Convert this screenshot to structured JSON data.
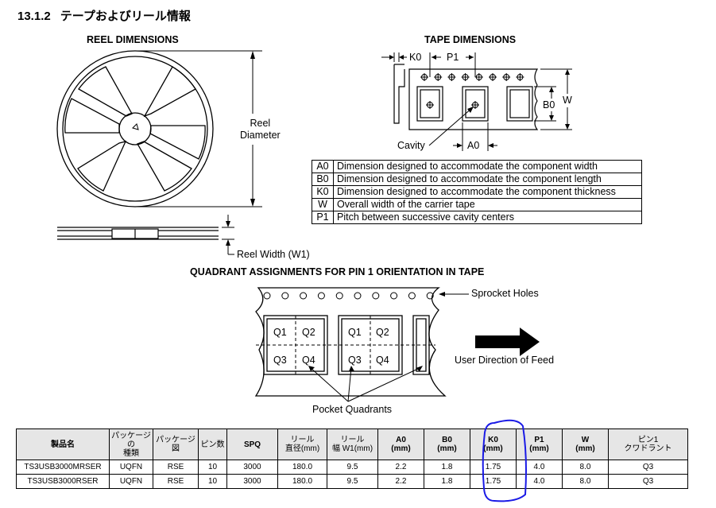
{
  "section": {
    "number": "13.1.2",
    "title": "テープおよびリール情報"
  },
  "reel": {
    "heading": "REEL DIMENSIONS",
    "diameter_label": [
      "Reel",
      "Diameter"
    ],
    "width_label": "Reel Width (W1)"
  },
  "tape": {
    "heading": "TAPE DIMENSIONS",
    "k0": "K0",
    "p1": "P1",
    "b0": "B0",
    "w": "W",
    "a0": "A0",
    "cavity": "Cavity"
  },
  "legend": [
    {
      "key": "A0",
      "text": "Dimension designed to accommodate the component width"
    },
    {
      "key": "B0",
      "text": "Dimension designed to accommodate the component length"
    },
    {
      "key": "K0",
      "text": "Dimension designed to accommodate the component thickness"
    },
    {
      "key": "W",
      "text": "Overall width of the carrier tape"
    },
    {
      "key": "P1",
      "text": "Pitch between successive cavity centers"
    }
  ],
  "quadrant": {
    "heading": "QUADRANT ASSIGNMENTS FOR PIN 1 ORIENTATION IN TAPE",
    "sprocket": "Sprocket Holes",
    "feed": "User Direction of Feed",
    "pocket": "Pocket Quadrants",
    "q": [
      "Q1",
      "Q2",
      "Q3",
      "Q4"
    ]
  },
  "table": {
    "headers": [
      {
        "label": "製品名"
      },
      {
        "label": "パッケージ\nの\n種類",
        "thin": true
      },
      {
        "label": "パッケージ\n図",
        "thin": true
      },
      {
        "label": "ピン数",
        "thin": true
      },
      {
        "label": "SPQ"
      },
      {
        "label": "リール\n直径(mm)",
        "thin": true
      },
      {
        "label": "リール\n幅 W1(mm)",
        "thin": true
      },
      {
        "label": "A0\n(mm)"
      },
      {
        "label": "B0\n(mm)"
      },
      {
        "label": "K0\n(mm)"
      },
      {
        "label": "P1\n(mm)"
      },
      {
        "label": "W\n(mm)"
      },
      {
        "label": "ピン1\nクワドラント",
        "thin": true
      }
    ],
    "rows": [
      [
        "TS3USB3000MRSER",
        "UQFN",
        "RSE",
        "10",
        "3000",
        "180.0",
        "9.5",
        "2.2",
        "1.8",
        "1.75",
        "4.0",
        "8.0",
        "Q3"
      ],
      [
        "TS3USB3000RSER",
        "UQFN",
        "RSE",
        "10",
        "3000",
        "180.0",
        "9.5",
        "2.2",
        "1.8",
        "1.75",
        "4.0",
        "8.0",
        "Q3"
      ]
    ]
  },
  "highlight_color": "#1a1ae6"
}
